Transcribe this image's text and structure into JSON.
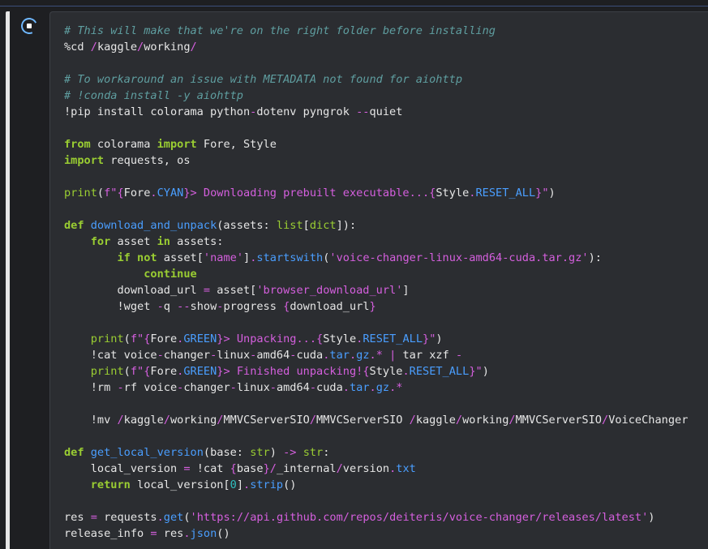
{
  "cell": {
    "run_state": "running",
    "lines": [
      [
        [
          "comment",
          "# This will make that we're on the right folder before installing"
        ]
      ],
      [
        [
          "plain",
          "%cd "
        ],
        [
          "op",
          "/"
        ],
        [
          "plain",
          "kaggle"
        ],
        [
          "op",
          "/"
        ],
        [
          "plain",
          "working"
        ],
        [
          "op",
          "/"
        ]
      ],
      [],
      [
        [
          "comment",
          "# To workaround an issue with METADATA not found for aiohttp"
        ]
      ],
      [
        [
          "comment",
          "# !conda install -y aiohttp"
        ]
      ],
      [
        [
          "plain",
          "!pip install colorama python"
        ],
        [
          "op",
          "-"
        ],
        [
          "plain",
          "dotenv pyngrok "
        ],
        [
          "op",
          "--"
        ],
        [
          "plain",
          "quiet"
        ]
      ],
      [],
      [
        [
          "keyword",
          "from"
        ],
        [
          "plain",
          " colorama "
        ],
        [
          "keyword",
          "import"
        ],
        [
          "plain",
          " Fore, Style"
        ]
      ],
      [
        [
          "keyword",
          "import"
        ],
        [
          "plain",
          " requests, os"
        ]
      ],
      [],
      [
        [
          "builtin",
          "print"
        ],
        [
          "plain",
          "("
        ],
        [
          "string",
          "f\"{"
        ],
        [
          "plain",
          "Fore"
        ],
        [
          "op",
          "."
        ],
        [
          "attr",
          "CYAN"
        ],
        [
          "string",
          "}> Downloading prebuilt executable...{"
        ],
        [
          "plain",
          "Style"
        ],
        [
          "op",
          "."
        ],
        [
          "attr",
          "RESET_ALL"
        ],
        [
          "string",
          "}\""
        ],
        [
          "plain",
          ")"
        ]
      ],
      [],
      [
        [
          "keyword",
          "def"
        ],
        [
          "plain",
          " "
        ],
        [
          "func",
          "download_and_unpack"
        ],
        [
          "plain",
          "(assets: "
        ],
        [
          "builtin",
          "list"
        ],
        [
          "plain",
          "["
        ],
        [
          "builtin",
          "dict"
        ],
        [
          "plain",
          "]):"
        ]
      ],
      [
        [
          "plain",
          "    "
        ],
        [
          "keyword",
          "for"
        ],
        [
          "plain",
          " asset "
        ],
        [
          "keyword",
          "in"
        ],
        [
          "plain",
          " assets:"
        ]
      ],
      [
        [
          "plain",
          "        "
        ],
        [
          "keyword",
          "if"
        ],
        [
          "plain",
          " "
        ],
        [
          "keyword",
          "not"
        ],
        [
          "plain",
          " asset["
        ],
        [
          "string",
          "'name'"
        ],
        [
          "plain",
          "]"
        ],
        [
          "op",
          "."
        ],
        [
          "attr",
          "startswith"
        ],
        [
          "plain",
          "("
        ],
        [
          "string",
          "'voice-changer-linux-amd64-cuda.tar.gz'"
        ],
        [
          "plain",
          "):"
        ]
      ],
      [
        [
          "plain",
          "            "
        ],
        [
          "keyword",
          "continue"
        ]
      ],
      [
        [
          "plain",
          "        download_url "
        ],
        [
          "op",
          "="
        ],
        [
          "plain",
          " asset["
        ],
        [
          "string",
          "'browser_download_url'"
        ],
        [
          "plain",
          "]"
        ]
      ],
      [
        [
          "plain",
          "        !wget "
        ],
        [
          "op",
          "-"
        ],
        [
          "plain",
          "q "
        ],
        [
          "op",
          "--"
        ],
        [
          "plain",
          "show"
        ],
        [
          "op",
          "-"
        ],
        [
          "plain",
          "progress "
        ],
        [
          "string",
          "{"
        ],
        [
          "plain",
          "download_url"
        ],
        [
          "string",
          "}"
        ]
      ],
      [],
      [
        [
          "plain",
          "    "
        ],
        [
          "builtin",
          "print"
        ],
        [
          "plain",
          "("
        ],
        [
          "string",
          "f\"{"
        ],
        [
          "plain",
          "Fore"
        ],
        [
          "op",
          "."
        ],
        [
          "attr",
          "GREEN"
        ],
        [
          "string",
          "}> Unpacking...{"
        ],
        [
          "plain",
          "Style"
        ],
        [
          "op",
          "."
        ],
        [
          "attr",
          "RESET_ALL"
        ],
        [
          "string",
          "}\""
        ],
        [
          "plain",
          ")"
        ]
      ],
      [
        [
          "plain",
          "    !cat voice"
        ],
        [
          "op",
          "-"
        ],
        [
          "plain",
          "changer"
        ],
        [
          "op",
          "-"
        ],
        [
          "plain",
          "linux"
        ],
        [
          "op",
          "-"
        ],
        [
          "plain",
          "amd64"
        ],
        [
          "op",
          "-"
        ],
        [
          "plain",
          "cuda"
        ],
        [
          "op",
          "."
        ],
        [
          "attr",
          "tar"
        ],
        [
          "op",
          "."
        ],
        [
          "attr",
          "gz"
        ],
        [
          "op",
          ".*"
        ],
        [
          "plain",
          " "
        ],
        [
          "op",
          "|"
        ],
        [
          "plain",
          " tar xzf "
        ],
        [
          "op",
          "-"
        ]
      ],
      [
        [
          "plain",
          "    "
        ],
        [
          "builtin",
          "print"
        ],
        [
          "plain",
          "("
        ],
        [
          "string",
          "f\"{"
        ],
        [
          "plain",
          "Fore"
        ],
        [
          "op",
          "."
        ],
        [
          "attr",
          "GREEN"
        ],
        [
          "string",
          "}> Finished unpacking!{"
        ],
        [
          "plain",
          "Style"
        ],
        [
          "op",
          "."
        ],
        [
          "attr",
          "RESET_ALL"
        ],
        [
          "string",
          "}\""
        ],
        [
          "plain",
          ")"
        ]
      ],
      [
        [
          "plain",
          "    !rm "
        ],
        [
          "op",
          "-"
        ],
        [
          "plain",
          "rf voice"
        ],
        [
          "op",
          "-"
        ],
        [
          "plain",
          "changer"
        ],
        [
          "op",
          "-"
        ],
        [
          "plain",
          "linux"
        ],
        [
          "op",
          "-"
        ],
        [
          "plain",
          "amd64"
        ],
        [
          "op",
          "-"
        ],
        [
          "plain",
          "cuda"
        ],
        [
          "op",
          "."
        ],
        [
          "attr",
          "tar"
        ],
        [
          "op",
          "."
        ],
        [
          "attr",
          "gz"
        ],
        [
          "op",
          ".*"
        ]
      ],
      [],
      [
        [
          "plain",
          "    !mv "
        ],
        [
          "op",
          "/"
        ],
        [
          "plain",
          "kaggle"
        ],
        [
          "op",
          "/"
        ],
        [
          "plain",
          "working"
        ],
        [
          "op",
          "/"
        ],
        [
          "plain",
          "MMVCServerSIO"
        ],
        [
          "op",
          "/"
        ],
        [
          "plain",
          "MMVCServerSIO "
        ],
        [
          "op",
          "/"
        ],
        [
          "plain",
          "kaggle"
        ],
        [
          "op",
          "/"
        ],
        [
          "plain",
          "working"
        ],
        [
          "op",
          "/"
        ],
        [
          "plain",
          "MMVCServerSIO"
        ],
        [
          "op",
          "/"
        ],
        [
          "plain",
          "VoiceChanger"
        ]
      ],
      [],
      [
        [
          "keyword",
          "def"
        ],
        [
          "plain",
          " "
        ],
        [
          "func",
          "get_local_version"
        ],
        [
          "plain",
          "(base: "
        ],
        [
          "builtin",
          "str"
        ],
        [
          "plain",
          ") "
        ],
        [
          "op",
          "->"
        ],
        [
          "plain",
          " "
        ],
        [
          "builtin",
          "str"
        ],
        [
          "plain",
          ":"
        ]
      ],
      [
        [
          "plain",
          "    local_version "
        ],
        [
          "op",
          "="
        ],
        [
          "plain",
          " !cat "
        ],
        [
          "string",
          "{"
        ],
        [
          "plain",
          "base"
        ],
        [
          "string",
          "}"
        ],
        [
          "op",
          "/"
        ],
        [
          "plain",
          "_internal"
        ],
        [
          "op",
          "/"
        ],
        [
          "plain",
          "version"
        ],
        [
          "op",
          "."
        ],
        [
          "attr",
          "txt"
        ]
      ],
      [
        [
          "plain",
          "    "
        ],
        [
          "keyword",
          "return"
        ],
        [
          "plain",
          " local_version["
        ],
        [
          "number",
          "0"
        ],
        [
          "plain",
          "]"
        ],
        [
          "op",
          "."
        ],
        [
          "attr",
          "strip"
        ],
        [
          "plain",
          "()"
        ]
      ],
      [],
      [
        [
          "plain",
          "res "
        ],
        [
          "op",
          "="
        ],
        [
          "plain",
          " requests"
        ],
        [
          "op",
          "."
        ],
        [
          "attr",
          "get"
        ],
        [
          "plain",
          "("
        ],
        [
          "string",
          "'https://api.github.com/repos/deiteris/voice-changer/releases/latest'"
        ],
        [
          "plain",
          ")"
        ]
      ],
      [
        [
          "plain",
          "release_info "
        ],
        [
          "op",
          "="
        ],
        [
          "plain",
          " res"
        ],
        [
          "op",
          "."
        ],
        [
          "attr",
          "json"
        ],
        [
          "plain",
          "()"
        ]
      ]
    ]
  }
}
